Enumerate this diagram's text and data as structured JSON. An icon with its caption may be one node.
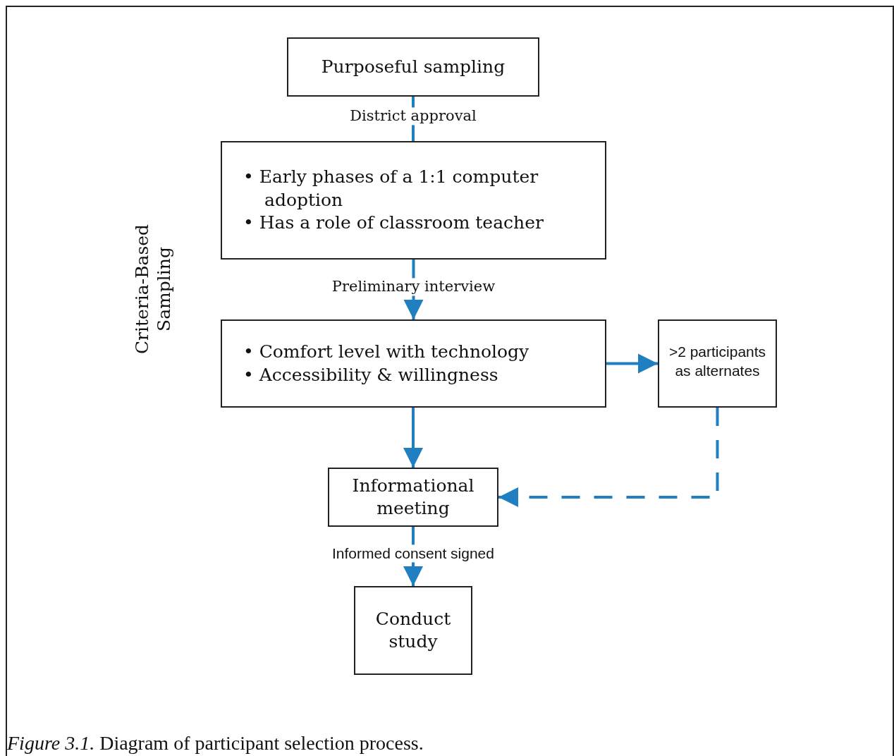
{
  "diagram": {
    "caption": "*Figure 3.1.* Diagram of participant selection process.",
    "nodes": [
      {
        "text": [
          "Purposeful sampling"
        ]
      },
      {
        "text": [
          "• Early phases of a 1:1 computer adoption",
          "• Has a role of classroom teacher"
        ]
      },
      {
        "text": [
          "• Comfort level with technology",
          "• Accessibility & willingness"
        ]
      },
      {
        "text": [
          ">2 participants as alternates"
        ]
      },
      {
        "text": [
          "Informational meeting"
        ]
      },
      {
        "text": [
          "Conduct study"
        ]
      }
    ],
    "edges": [
      {
        "from": 0,
        "to": 1,
        "arrow": "none",
        "label": "District approval"
      },
      {
        "from": 1,
        "to": 2,
        "arrow": "to",
        "label": "Preliminary interview"
      },
      {
        "from": 2,
        "to": 3,
        "arrow": "to"
      },
      {
        "from": 2,
        "to": 4,
        "arrow": "to"
      },
      {
        "from": 3,
        "to": 4,
        "arrow": "to",
        "style": "dashed"
      },
      {
        "from": 4,
        "to": 5,
        "arrow": "to",
        "label": "Informed consent signed"
      }
    ],
    "labels": [
      "Criteria-Based Sampling"
    ]
  }
}
